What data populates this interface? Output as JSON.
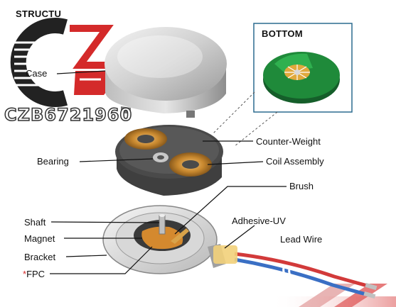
{
  "diagram": {
    "title_partial": "STRUCTU",
    "bottom_view_label": "BOTTOM",
    "watermark_text": "CZB6721960",
    "labels": {
      "case": "Case",
      "counter_weight": "Counter-Weight",
      "bearing": "Bearing",
      "coil_assembly": "Coil Assembly",
      "brush": "Brush",
      "shaft": "Shaft",
      "magnet": "Magnet",
      "adhesive_uv": "Adhesive-UV",
      "lead_wire": "Lead Wire",
      "bracket": "Bracket",
      "fpc_marker": "*",
      "fpc": "FPC"
    },
    "colors": {
      "watermark_red": "#d42a2a",
      "pcb_green": "#1f8a3a",
      "coil_copper": "#c9892f",
      "magnet_dark": "#3a3a3a",
      "wire_red": "#d23a3a",
      "wire_blue": "#3a6fc4",
      "inset_border": "#2c6b8f"
    }
  }
}
